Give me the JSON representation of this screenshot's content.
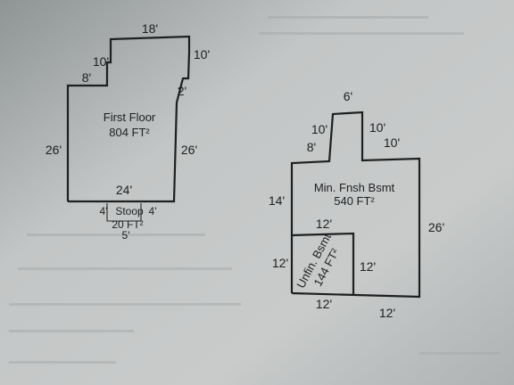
{
  "first_floor": {
    "label": "First Floor",
    "area": "804 FT²",
    "dims": {
      "top": "18'",
      "right_upper": "10'",
      "notch_upper": "10'",
      "notch_left": "8'",
      "notch_right": "2'",
      "left": "26'",
      "right": "26'",
      "bottom": "24'"
    }
  },
  "stoop": {
    "left": "4'",
    "label": "Stoop",
    "right": "4'",
    "area": "20 FT²",
    "depth": "5'"
  },
  "basement": {
    "finished_label": "Min. Fnsh Bsmt",
    "finished_area": "540 FT²",
    "unfinished_label": "Unfin. Bsmt",
    "unfinished_area": "144 FT²",
    "dims": {
      "bump_top": "6'",
      "bump_left_side": "10'",
      "bump_right_side": "10'",
      "left_step": "8'",
      "right_step": "10'",
      "left": "14'",
      "right": "26'",
      "inner_top": "12'",
      "inner_left": "12'",
      "inner_right": "12'",
      "inner_bottom": "12'",
      "bottom_right": "12'"
    }
  }
}
